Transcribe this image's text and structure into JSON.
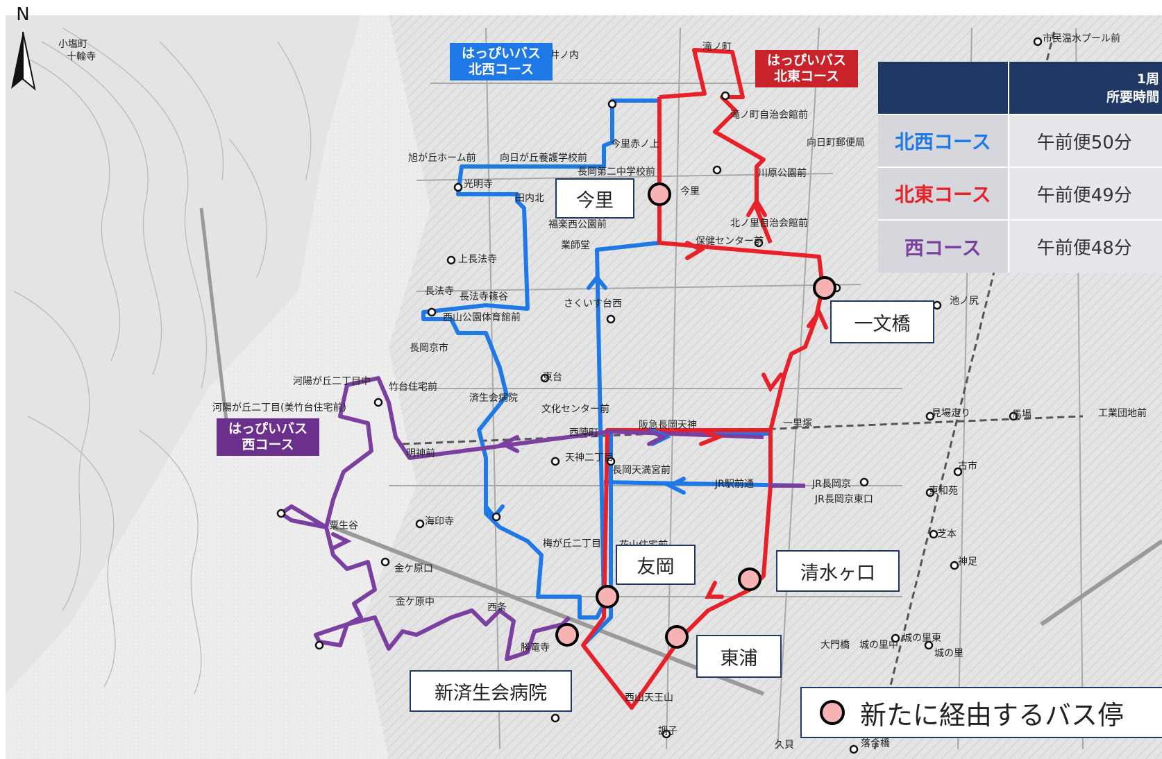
{
  "routes": {
    "northwest": {
      "line1": "はっぴいバス",
      "line2": "北西コース",
      "color": "#1e78e6"
    },
    "northeast": {
      "line1": "はっぴいバス",
      "line2": "北東コース",
      "color": "#e8202a"
    },
    "west": {
      "line1": "はっぴいバス",
      "line2": "西コース",
      "color": "#7b3fa0"
    }
  },
  "north_arrow": {
    "letter": "N"
  },
  "new_stops": [
    {
      "key": "imazato",
      "label": "今里"
    },
    {
      "key": "ichimonbashi",
      "label": "一文橋"
    },
    {
      "key": "tomooka",
      "label": "友岡"
    },
    {
      "key": "shimizugaguchi",
      "label": "清水ヶ口"
    },
    {
      "key": "higashiura",
      "label": "東浦"
    },
    {
      "key": "shinsaiseikai",
      "label": "新済生会病院"
    }
  ],
  "schedule": {
    "header_line1": "1周",
    "header_line2": "所要時間",
    "rows": [
      {
        "course": "北西コース",
        "time": "午前便50分",
        "color": "#1e78e6"
      },
      {
        "course": "北東コース",
        "time": "午前便49分",
        "color": "#e8202a"
      },
      {
        "course": "西コース",
        "time": "午前便48分",
        "color": "#7b3fa0"
      }
    ]
  },
  "legend": {
    "text": "新たに経由するバス停"
  },
  "place_names": [
    "小塩町",
    "十輪寺",
    "井ノ内",
    "滝ノ町",
    "市民温水プール前",
    "滝ノ町自治会館前",
    "向日町郵便局",
    "旭が丘ホーム前",
    "向日が丘養護学校前",
    "今里赤ノ上",
    "長岡第二中学校前",
    "光明寺",
    "田内北",
    "川原公園前",
    "福楽西公園前",
    "業師堂",
    "今里",
    "保健センター前",
    "北ノ里自治会館前",
    "上長法寺",
    "長法寺",
    "長法寺篠谷",
    "さくいす台西",
    "西山公園体育館前",
    "長岡京市",
    "池ノ尻",
    "東台",
    "河陽が丘二丁目中",
    "竹台住宅前",
    "済生会病院",
    "文化センター前",
    "見場走り",
    "馬場",
    "河陽が丘二丁目(美竹台住宅前)",
    "西陣町",
    "阪急長岡天神",
    "一里塚",
    "工業団地前",
    "明神前",
    "天神二丁目",
    "長岡天満宮前",
    "JR駅前通",
    "JR長岡京",
    "JR長岡京東口",
    "古市",
    "東和苑",
    "海印寺",
    "粟生谷",
    "芝本",
    "神足",
    "梅が丘二丁目",
    "花山住宅前",
    "金ケ原口",
    "金ケ原中",
    "大門橋",
    "城の里中",
    "城の里東",
    "城の里",
    "西条",
    "勝竜寺",
    "西山天王山",
    "調子",
    "久貝",
    "落合橋"
  ]
}
